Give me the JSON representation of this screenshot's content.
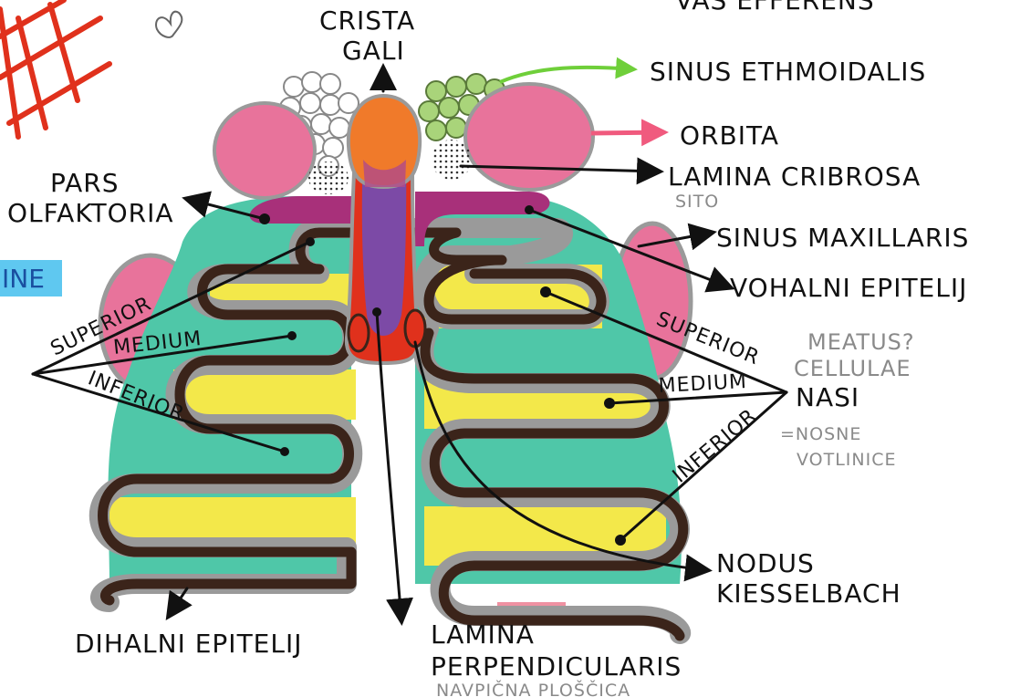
{
  "labels": {
    "crista_gali": [
      "CRISTA",
      "GALI"
    ],
    "vas_efferens": "VAS EFFERENS",
    "sinus_ethmoidalis": "SINUS ETHMOIDALIS",
    "orbita": "ORBITA",
    "lamina_cribrosa": "LAMINA CRIBROSA",
    "sito": "SITO",
    "pars_olfaktoria": [
      "PARS",
      "OLFAKTORIA"
    ],
    "sinus_maxillaris": "SINUS MAXILLARIS",
    "vohalni_epitelij": "VOHALNI EPITELIJ",
    "ine": "INE",
    "left_superior": "SUPERIOR",
    "left_medium": "MEDIUM",
    "left_inferior": "INFERIOR",
    "right_superior": "SUPERIOR",
    "right_medium": "MEDIUM",
    "right_inferior": "INFERIOR",
    "meatus": "MEATUS?",
    "cellulae": "CELLULAE",
    "nasi": "NASI",
    "nosne_votlinice": [
      "=NOSNE",
      "VOTLINICE"
    ],
    "nodus_kiesselbach": [
      "NODUS",
      "KIESSELBACH"
    ],
    "dihalni_epitelij": "DIHALNI EPITELIJ",
    "lamina_perpendicularis": [
      "LAMINA",
      "PERPENDICULARIS"
    ],
    "navpicna_ploscica": "NAVPIČNA PLOŠČICA"
  },
  "colors": {
    "teal": "#4fc7a8",
    "yellow": "#f3e84a",
    "pink": "#e8739b",
    "orange": "#f07a2a",
    "purple": "#7c4aa6",
    "red": "#e0311c",
    "magenta": "#a8307a",
    "green_arrow": "#6fcf3a",
    "pink_arrow": "#f05a7e",
    "brown": "#3b241a",
    "grey": "#9a9a9a"
  },
  "icons": {
    "heart": "heart-doodle-icon",
    "grid": "red-grid-doodle"
  }
}
